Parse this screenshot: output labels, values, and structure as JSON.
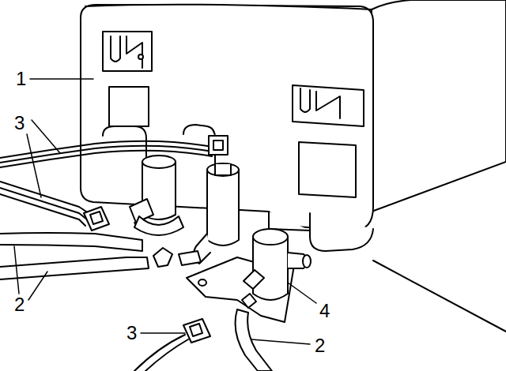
{
  "diagram": {
    "labels": [
      "1",
      "3",
      "2",
      "3",
      "4",
      "2"
    ]
  }
}
